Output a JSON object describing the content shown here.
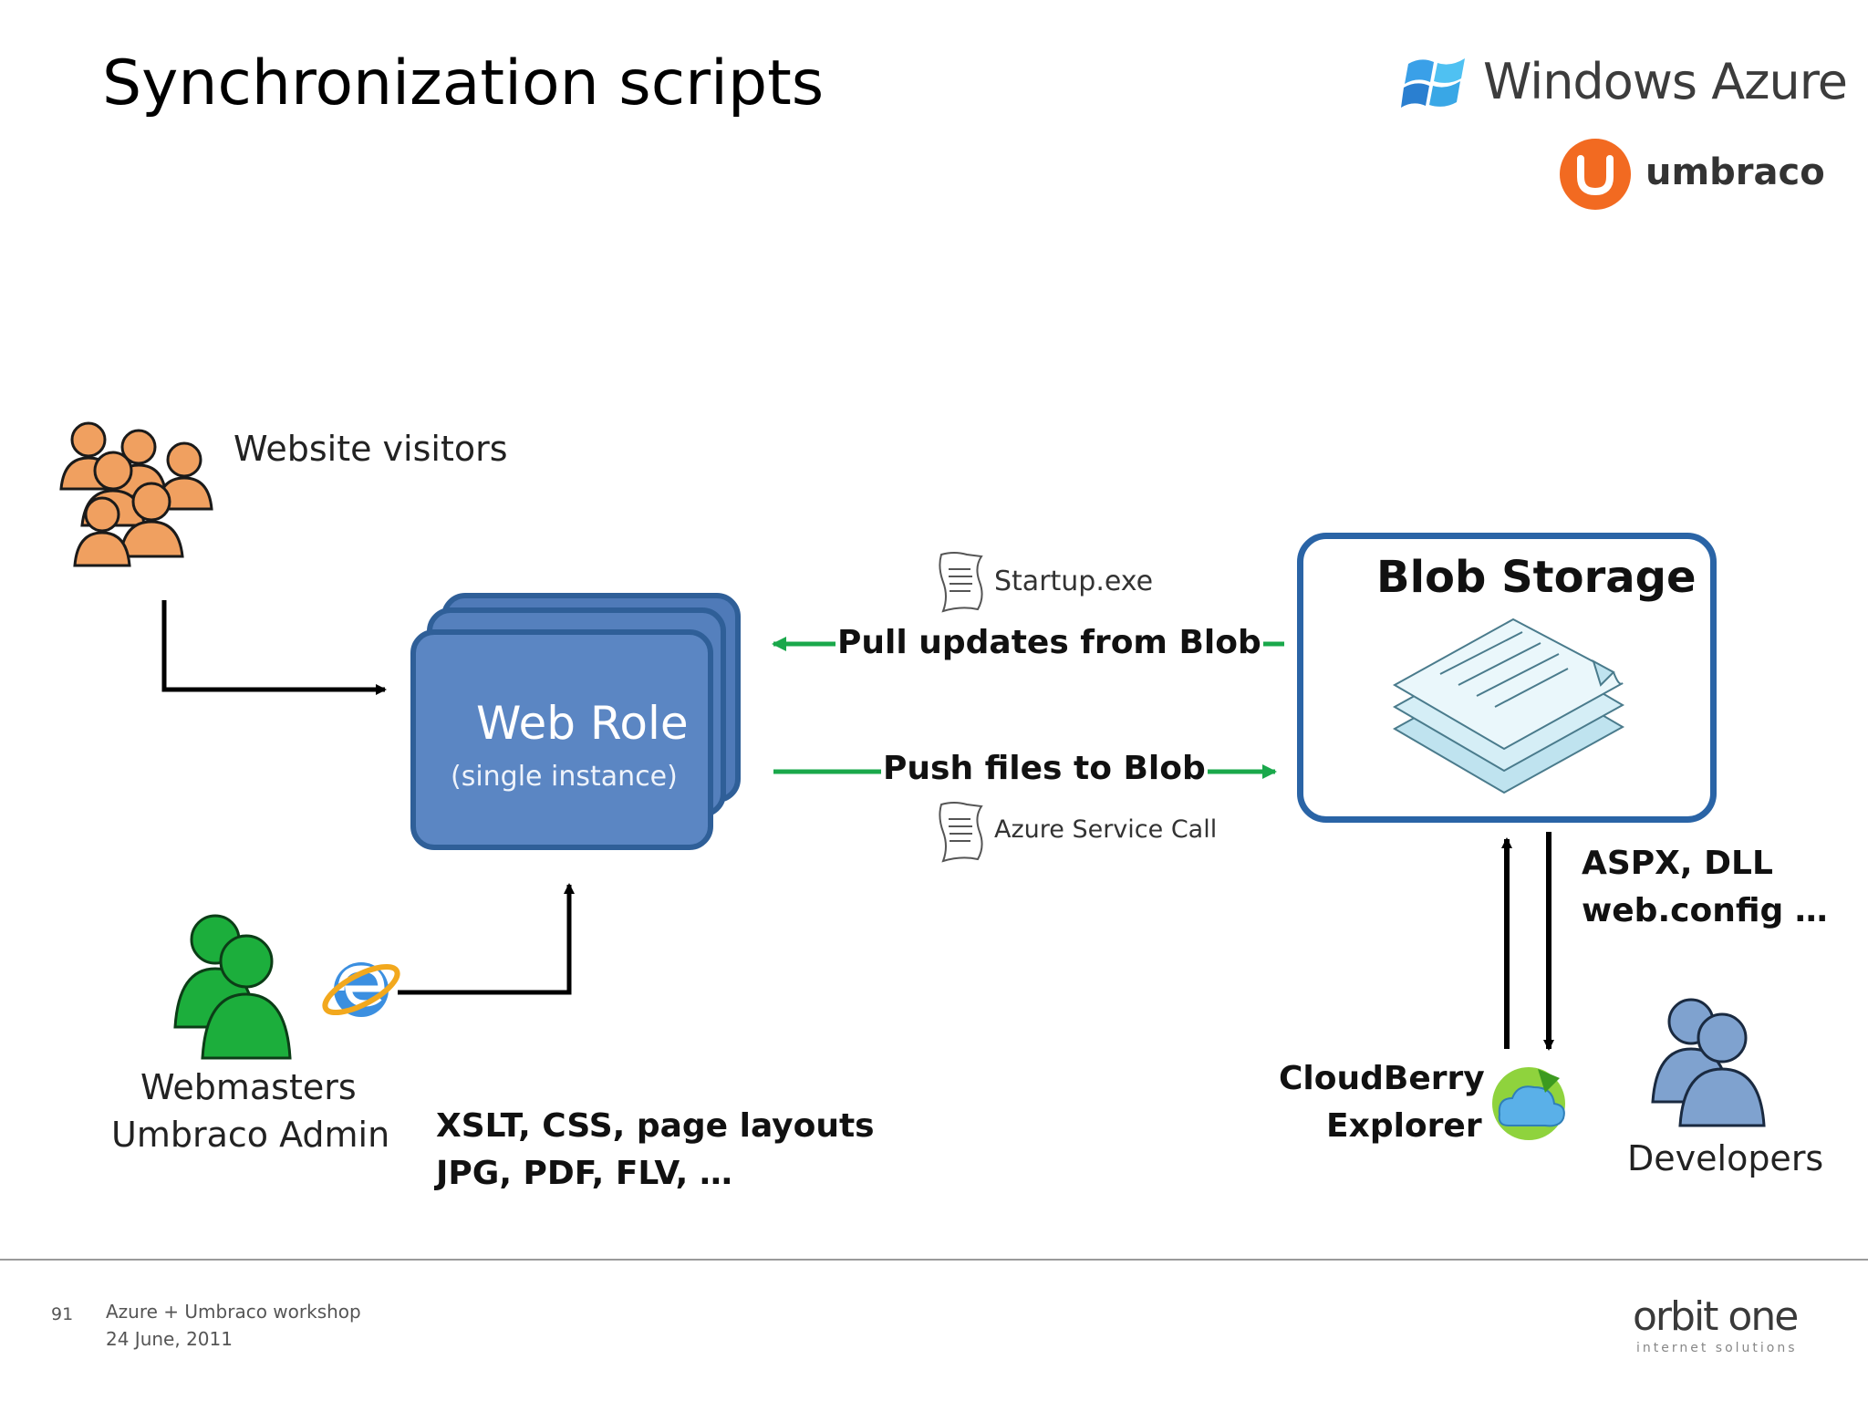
{
  "slide": {
    "title": "Synchronization scripts",
    "page_number": "91",
    "footer_line1": "Azure + Umbraco workshop",
    "footer_line2": "24 June, 2011"
  },
  "logos": {
    "windows_azure": "Windows Azure",
    "umbraco": "umbraco",
    "orbit_one": "orbit one",
    "orbit_one_tagline": "internet solutions"
  },
  "diagram": {
    "website_visitors": "Website visitors",
    "web_role_title": "Web Role",
    "web_role_subtitle": "(single instance)",
    "startup_file": "Startup.exe",
    "pull_label": "Pull updates from Blob",
    "push_label": "Push files to Blob",
    "service_call_file": "Azure Service Call",
    "blob_storage": "Blob Storage",
    "aspx_line1": "ASPX, DLL",
    "aspx_line2": "web.config …",
    "webmasters_line1": "Webmasters",
    "webmasters_line2": "Umbraco Admin",
    "assets_line1": "XSLT, CSS, page layouts",
    "assets_line2": "JPG, PDF, FLV, …",
    "cloudberry_line1": "CloudBerry",
    "cloudberry_line2": "Explorer",
    "developers": "Developers"
  },
  "colors": {
    "visitor_orange": "#f0a060",
    "webmaster_green": "#1cae3c",
    "developer_blue": "#7fa2cf",
    "web_role_blue": "#5b86c3",
    "blob_border": "#2a64a6",
    "arrow_green": "#1aa84b",
    "umbraco_orange": "#f26a21"
  }
}
